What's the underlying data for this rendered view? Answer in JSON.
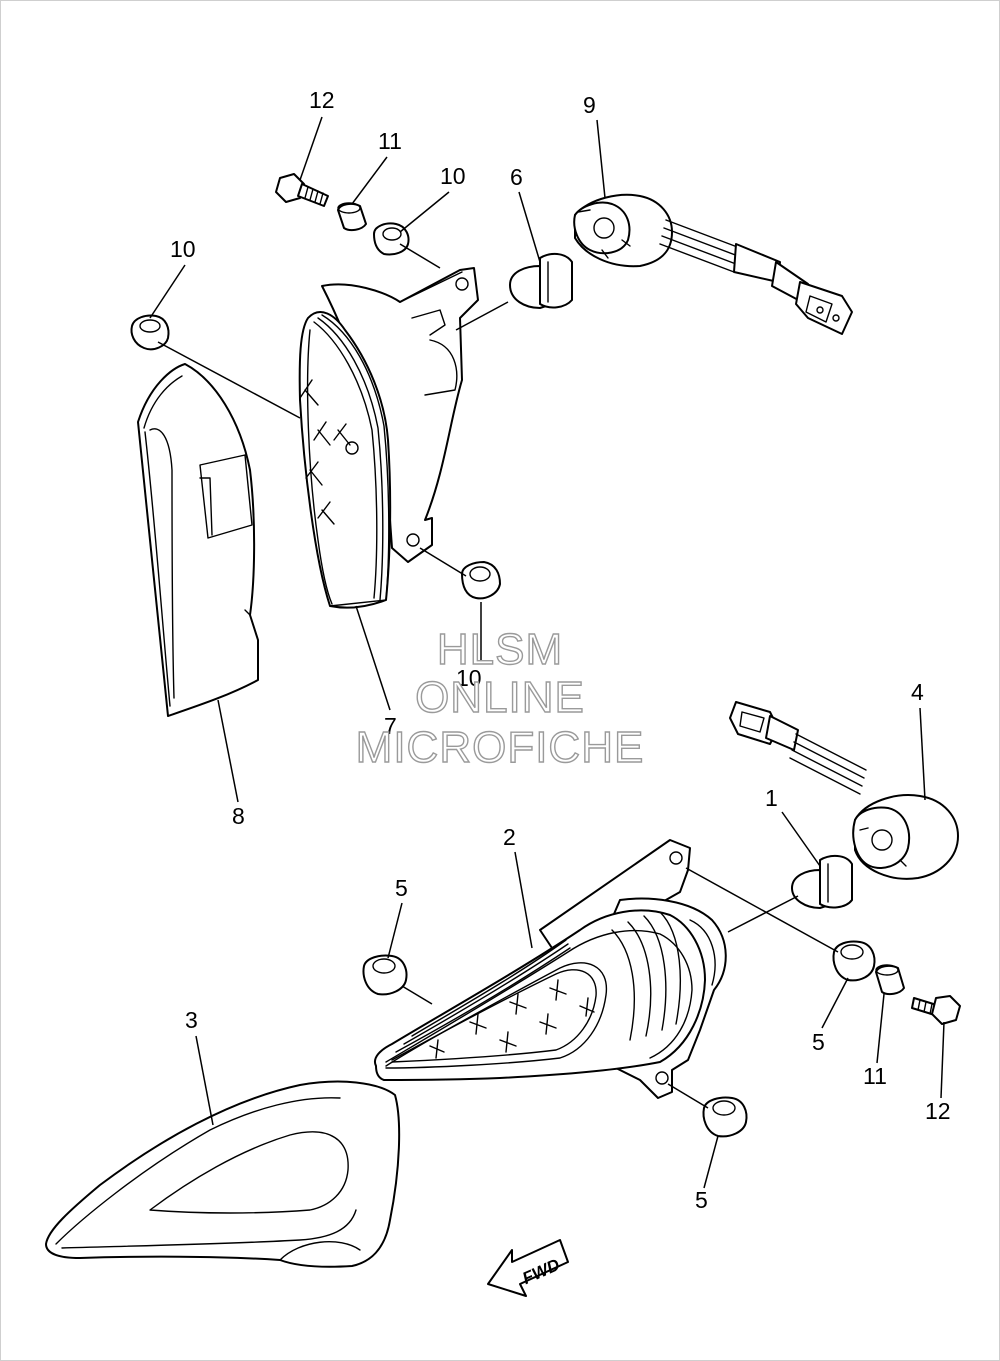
{
  "callouts": [
    {
      "id": "callout-12-top",
      "text": "12"
    },
    {
      "id": "callout-11-top",
      "text": "11"
    },
    {
      "id": "callout-10-top",
      "text": "10"
    },
    {
      "id": "callout-6",
      "text": "6"
    },
    {
      "id": "callout-9",
      "text": "9"
    },
    {
      "id": "callout-10-left",
      "text": "10"
    },
    {
      "id": "callout-10-bottom",
      "text": "10"
    },
    {
      "id": "callout-7",
      "text": "7"
    },
    {
      "id": "callout-8",
      "text": "8"
    },
    {
      "id": "callout-4",
      "text": "4"
    },
    {
      "id": "callout-1",
      "text": "1"
    },
    {
      "id": "callout-2",
      "text": "2"
    },
    {
      "id": "callout-5-left",
      "text": "5"
    },
    {
      "id": "callout-3",
      "text": "3"
    },
    {
      "id": "callout-5-right",
      "text": "5"
    },
    {
      "id": "callout-11-bottom",
      "text": "11"
    },
    {
      "id": "callout-12-bottom",
      "text": "12"
    },
    {
      "id": "callout-5-bottom",
      "text": "5"
    }
  ],
  "direction_arrow": {
    "text": "FWD"
  },
  "watermark": {
    "line1": "HLSM",
    "line2": "ONLINE",
    "line3": "MICROFICHE"
  },
  "colors": {
    "line": "#000000",
    "background": "#ffffff",
    "watermark": "#9a9a9a"
  }
}
